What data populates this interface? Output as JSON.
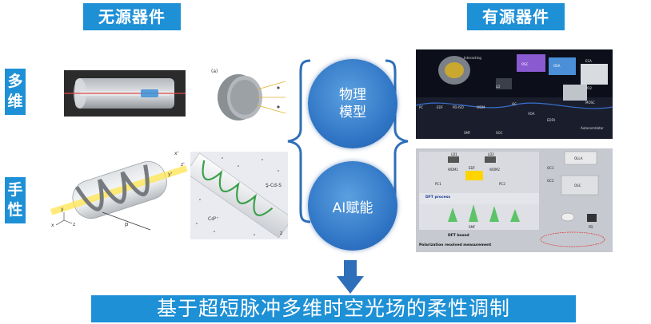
{
  "header": {
    "passive": "无源器件",
    "active": "有源器件"
  },
  "rows": {
    "top": [
      "多",
      "维"
    ],
    "bottom": [
      "手",
      "性"
    ]
  },
  "circles": {
    "physics": [
      "物理",
      "模型"
    ],
    "ai": "AI赋能"
  },
  "banner": "基于超短脉冲多维时空光场的柔性调制",
  "figures": {
    "cylinder_spheres": {
      "panel_label": "(a)"
    },
    "helix_fiber": {
      "axis_x": "x",
      "axis_y": "y",
      "axis_z": "z",
      "axis_x2": "x'",
      "axis_y2": "y'",
      "axis_z2": "z'",
      "pitch": "p"
    },
    "chiral_fiber": {
      "label_scc": "S-Cd-S",
      "label_cd": "Cd²⁺",
      "label_z": "z"
    },
    "lab_top": {
      "labels": [
        "LD",
        "OSC",
        "OSA",
        "ESA",
        "PC",
        "EDF",
        "PD-ISO",
        "WDM",
        "OC",
        "EDFA",
        "PD2",
        "MOSC",
        "Autocorrelator",
        "SMF",
        "SOC",
        "VOA",
        "Interacting"
      ]
    },
    "lab_bottom": {
      "labels": [
        "LD1",
        "LD2",
        "EDF",
        "WDM1",
        "WDM2",
        "PC1",
        "PC2",
        "OC1",
        "OC2",
        "DFT process",
        "SMF",
        "DFT based",
        "Polarization resolved measurement",
        "OLLA",
        "OSC",
        "PD"
      ]
    }
  }
}
